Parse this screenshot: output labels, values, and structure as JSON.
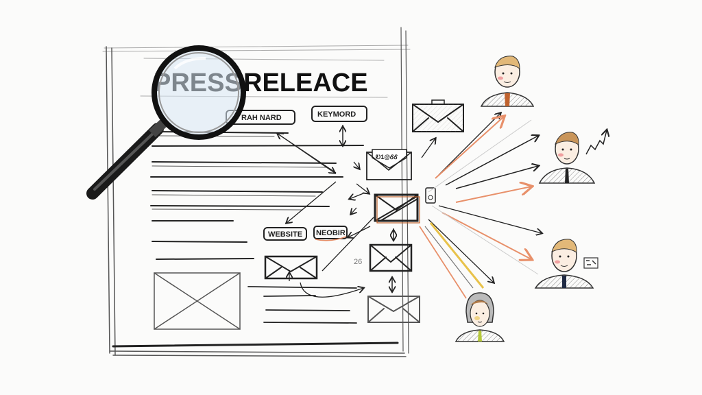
{
  "document": {
    "title": "PRESS RELEACE",
    "title_part1": "PRESS",
    "title_part2": "RELEACE",
    "tags": {
      "tag_left": "RAH NARD",
      "keyword": "KEYMORD",
      "website": "WEBSITE",
      "tag_right": "NEOBIR"
    },
    "envelope_label": "Ꭷ1@ᎴᎴ",
    "scribble_number": "26"
  },
  "colors": {
    "ink": "#222222",
    "pencil": "#888888",
    "accent_orange": "#e8906a",
    "accent_yellow": "#e8c24a",
    "lens_blue": "#d8e8f4",
    "envelope_blue": "#cfe2f2",
    "background": "#fbfbfa"
  },
  "icons": [
    "magnifier-icon",
    "envelope-icon",
    "phone-icon",
    "person-icon",
    "trend-chart-icon",
    "qr-code-icon"
  ],
  "people": [
    {
      "name": "person-top",
      "tie": "#c0632e"
    },
    {
      "name": "person-upper-right",
      "tie": "#222222"
    },
    {
      "name": "person-lower-right",
      "tie": "#1f2a44"
    },
    {
      "name": "person-bottom",
      "tie": "#b6c83a"
    }
  ]
}
